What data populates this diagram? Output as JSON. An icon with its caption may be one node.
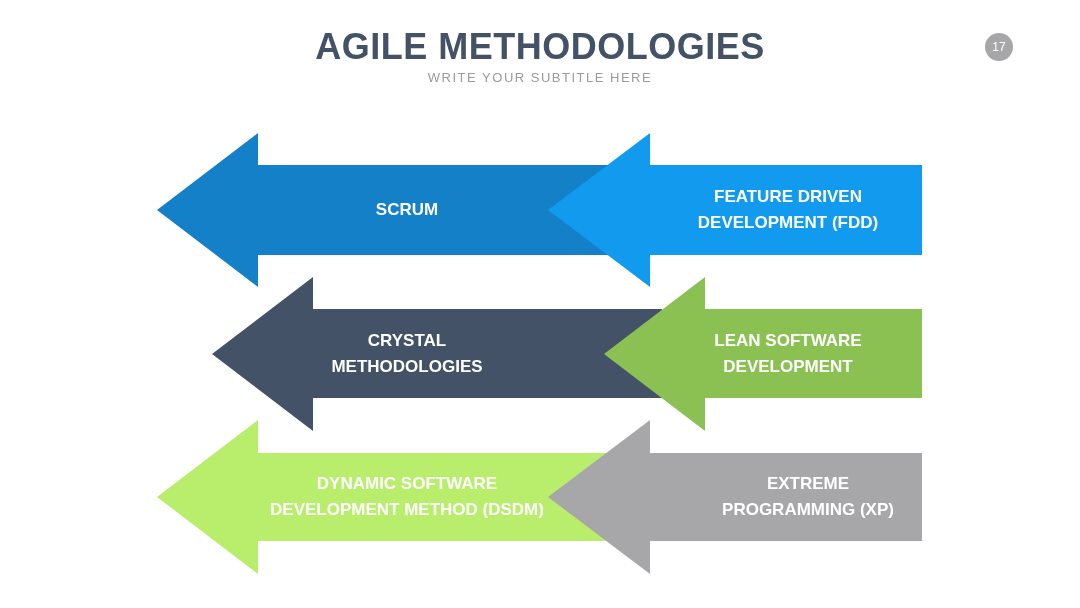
{
  "diagram": {
    "title": "AGILE METHODOLOGIES",
    "nodes": [
      {
        "text": [
          "17"
        ]
      },
      {
        "text": [
          "SCRUM"
        ]
      },
      {
        "text": [
          "FEATURE DRIVEN DEVELOPMENT (FDD)"
        ]
      },
      {
        "text": [
          "CRYSTAL METHODOLOGIES"
        ]
      },
      {
        "text": [
          "LEAN SOFTWARE DEVELOPMENT"
        ]
      },
      {
        "text": [
          "DYNAMIC SOFTWARE DEVELOPMENT METHOD (DSDM)"
        ]
      },
      {
        "text": [
          "EXTREME PROGRAMMING (XP)"
        ]
      }
    ],
    "labels": [
      "WRITE YOUR SUBTITLE HERE"
    ]
  }
}
